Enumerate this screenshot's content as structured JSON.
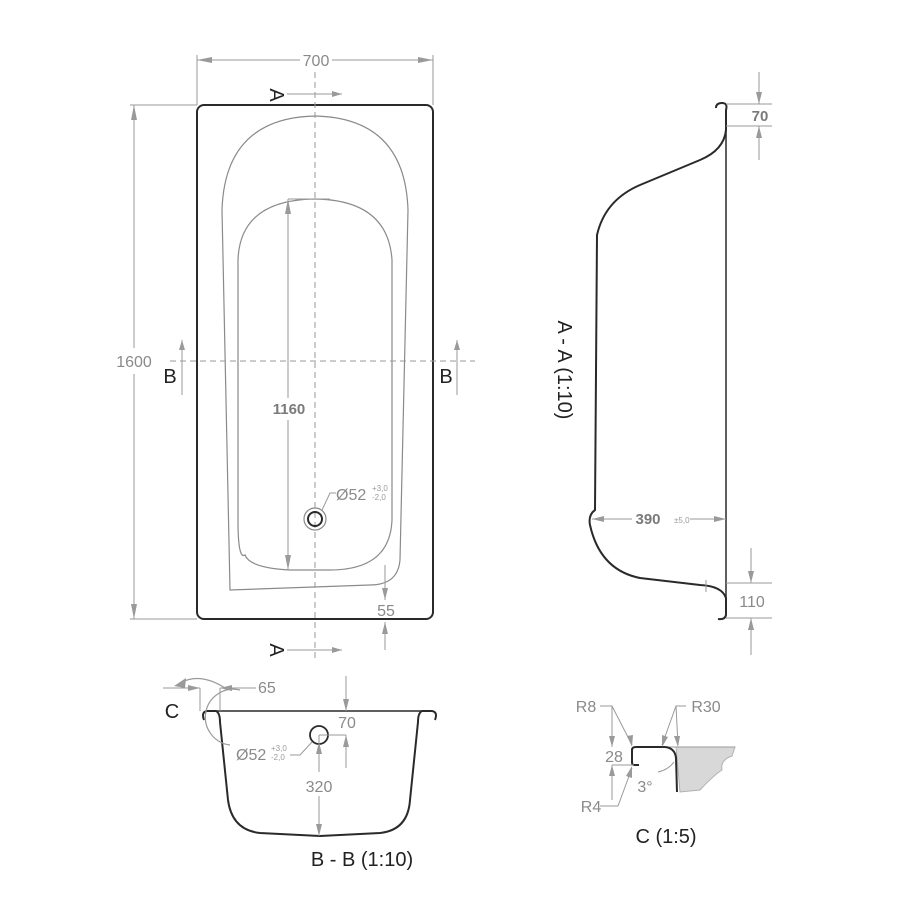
{
  "drawing": {
    "subject": "Bathtub technical drawing",
    "plan_view": {
      "width_dim": "700",
      "length_dim": "1600",
      "inner_length_dim": "1160",
      "rim_offset_dim": "55",
      "drain_dim": "Ø52",
      "drain_tol_upper": "+3,0",
      "drain_tol_lower": "-2,0",
      "section_marker_a_top": "A",
      "section_marker_a_bottom": "A",
      "section_marker_b_left": "B",
      "section_marker_b_right": "B"
    },
    "section_aa": {
      "title": "A - A (1:10)",
      "rim_height_dim": "70",
      "depth_dim": "390",
      "depth_tol": "±5,0",
      "bottom_rim_dim": "110"
    },
    "section_bb": {
      "title": "B - B (1:10)",
      "detail_marker": "C",
      "rim_width_dim": "65",
      "overflow_offset_dim": "70",
      "overflow_height_dim": "320",
      "overflow_dim": "Ø52",
      "overflow_tol_upper": "+3,0",
      "overflow_tol_lower": "-2,0"
    },
    "detail_c": {
      "title": "C (1:5)",
      "radius_r8": "R8",
      "radius_r30": "R30",
      "radius_r4": "R4",
      "height_dim": "28",
      "angle_dim": "3°"
    }
  },
  "colors": {
    "outline": "#2a2a2a",
    "dimension": "#9a9a9a",
    "label": "#222222",
    "background": "#ffffff"
  }
}
